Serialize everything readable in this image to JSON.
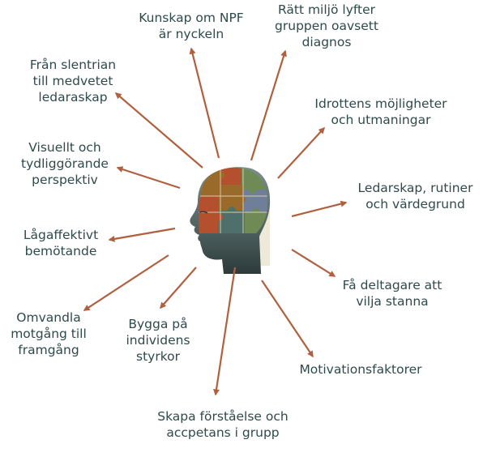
{
  "colors": {
    "arrow": "#b0603f",
    "text": "#2f4a4a",
    "head_dark": "#2c3a3a",
    "head_light": "#8fa09a",
    "puzzle_brown": "#9a6a2a",
    "puzzle_rust": "#b5502e",
    "puzzle_green": "#6f8a55",
    "puzzle_slate": "#6f7f99",
    "puzzle_teal": "#4e6f6a",
    "backdrop": "#efe9da"
  },
  "labels": {
    "npf": "Kunskap om NPF\när nyckeln",
    "miljo": "Rätt miljö lyfter\ngruppen oavsett\ndiagnos",
    "slentrian": "Från slentrian\ntill medvetet\nledaraskap",
    "idrott": "Idrottens möjligheter\noch utmaningar",
    "visuellt": "Visuellt och\ntydliggörande\nperspektiv",
    "rutiner": "Ledarskap, rutiner\noch värdegrund",
    "lagaffektivt": "Lågaffektivt\nbemötande",
    "deltagare": "Få deltagare att\nvilja stanna",
    "omvandla": "Omvandla\nmotgång till\nframgång",
    "bygga": "Bygga på\nindividens\nstyrkor",
    "motivation": "Motivationsfaktorer",
    "forstaelse": "Skapa förståelse och\naccpetans i grupp"
  }
}
